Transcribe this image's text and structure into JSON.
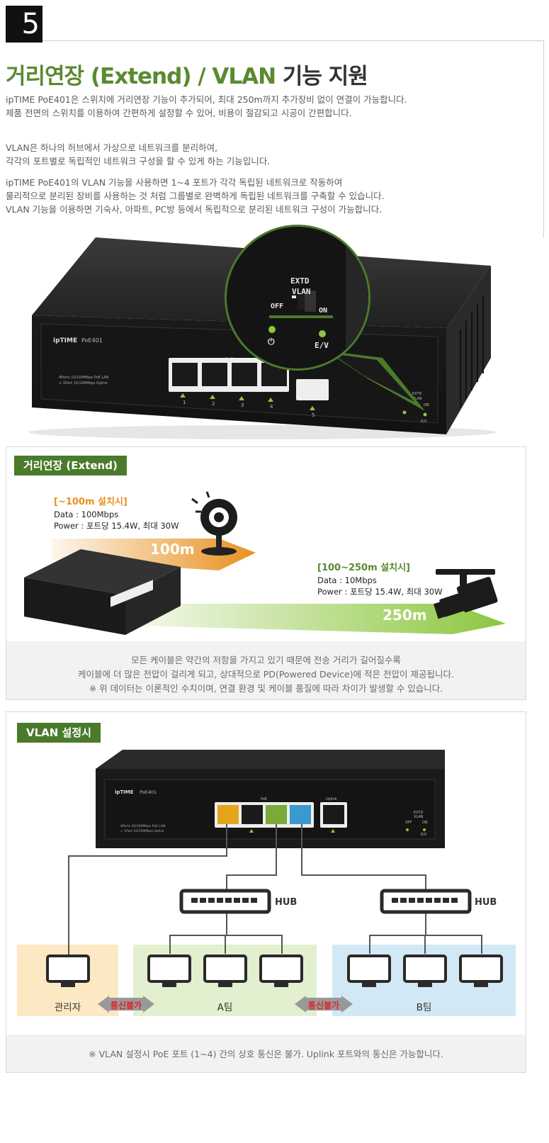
{
  "header": {
    "step_number": "5",
    "title_green": "거리연장 (Extend) / VLAN",
    "title_dark": " 기능 지원"
  },
  "intro": {
    "p1": [
      "ipTIME PoE401은 스위치에 거리연장 기능이 추가되어, 최대 250m까지 추가장비 없이 연결이 가능합니다.",
      "제품 전면의 스위치를 이용하여 간편하게 설정할 수 있어, 비용이 절감되고 시공이 간편합니다."
    ],
    "p2": [
      "VLAN은 하나의 허브에서 가상으로 네트워크를 분리하여,",
      "각각의 포트별로 독립적인 네트워크 구성을 할 수 있게 하는 기능입니다."
    ],
    "p3": [
      "ipTIME PoE401의 VLAN 기능을 사용하면 1~4 포트가 각각 독립된 네트워크로 작동하여",
      "물리적으로 분리된 장비를 사용하는 것 처럼 그룹별로 완벽하게 독립된 네트워크를 구축할 수 있습니다.",
      "VLAN 기능을 이용하면 기숙사, 아파트, PC방 등에서 독립적으로 분리된 네트워크 구성이 가능합니다."
    ]
  },
  "device": {
    "brand": "ipTIME",
    "model": "PoE401",
    "desc_line1": "4Ports 10/100Mbps PoE LAN",
    "desc_line2": "+ 1Port 10/100Mbps Uplink",
    "poe_label": "PoE",
    "uplink_label": "Uplink",
    "port_numbers": [
      "1",
      "2",
      "3",
      "4",
      "5"
    ],
    "switch_title_1": "EXTD",
    "switch_title_2": "VLAN",
    "switch_off": "OFF",
    "switch_on": "ON",
    "led_power": "⏻",
    "led_ev": "E/V"
  },
  "extend": {
    "tag": "거리연장 (Extend)",
    "short": {
      "title": "[~100m 설치시]",
      "data": "Data : 100Mbps",
      "power": "Power : 포트당 15.4W, 최대 30W",
      "distance": "100m"
    },
    "long": {
      "title": "[100~250m 설치시]",
      "data": "Data : 10Mbps",
      "power": "Power : 포트당 15.4W, 최대 30W",
      "distance": "250m"
    },
    "notes": [
      "모든 케이블은 약간의 저항을 가지고 있기 때문에 전송 거리가 길어질수록",
      "케이블에 더 많은 전압이 걸리게 되고, 상대적으로 PD(Powered Device)에 적은 전압이 제공됩니다.",
      "※ 위 데이터는 이론적인 수치이며, 연결 환경 및 케이블 품질에 따라 차이가 발생할 수 있습니다."
    ]
  },
  "vlan": {
    "tag": "VLAN 설정시",
    "hub_label": "HUB",
    "admin_label": "관리자",
    "team_a_label": "A팀",
    "team_b_label": "B팀",
    "blocked_label": "통신불가",
    "note": "※ VLAN 설정시 PoE 포트 (1~4) 간의 상호 통신은 불가. Uplink 포트와의 통신은 가능합니다."
  },
  "colors": {
    "brand_green": "#4a7a2b",
    "title_green": "#5a8a31",
    "orange": "#e8901e",
    "light_green": "#8cc63f",
    "port_yellow": "#e3a51c",
    "port_green": "#7aab3a",
    "port_blue": "#3a9ad0",
    "zone_yellow": "#fde8c4",
    "zone_green": "#e2f0cf",
    "zone_blue": "#d3e8f5",
    "blocked_red": "#e0222a"
  }
}
